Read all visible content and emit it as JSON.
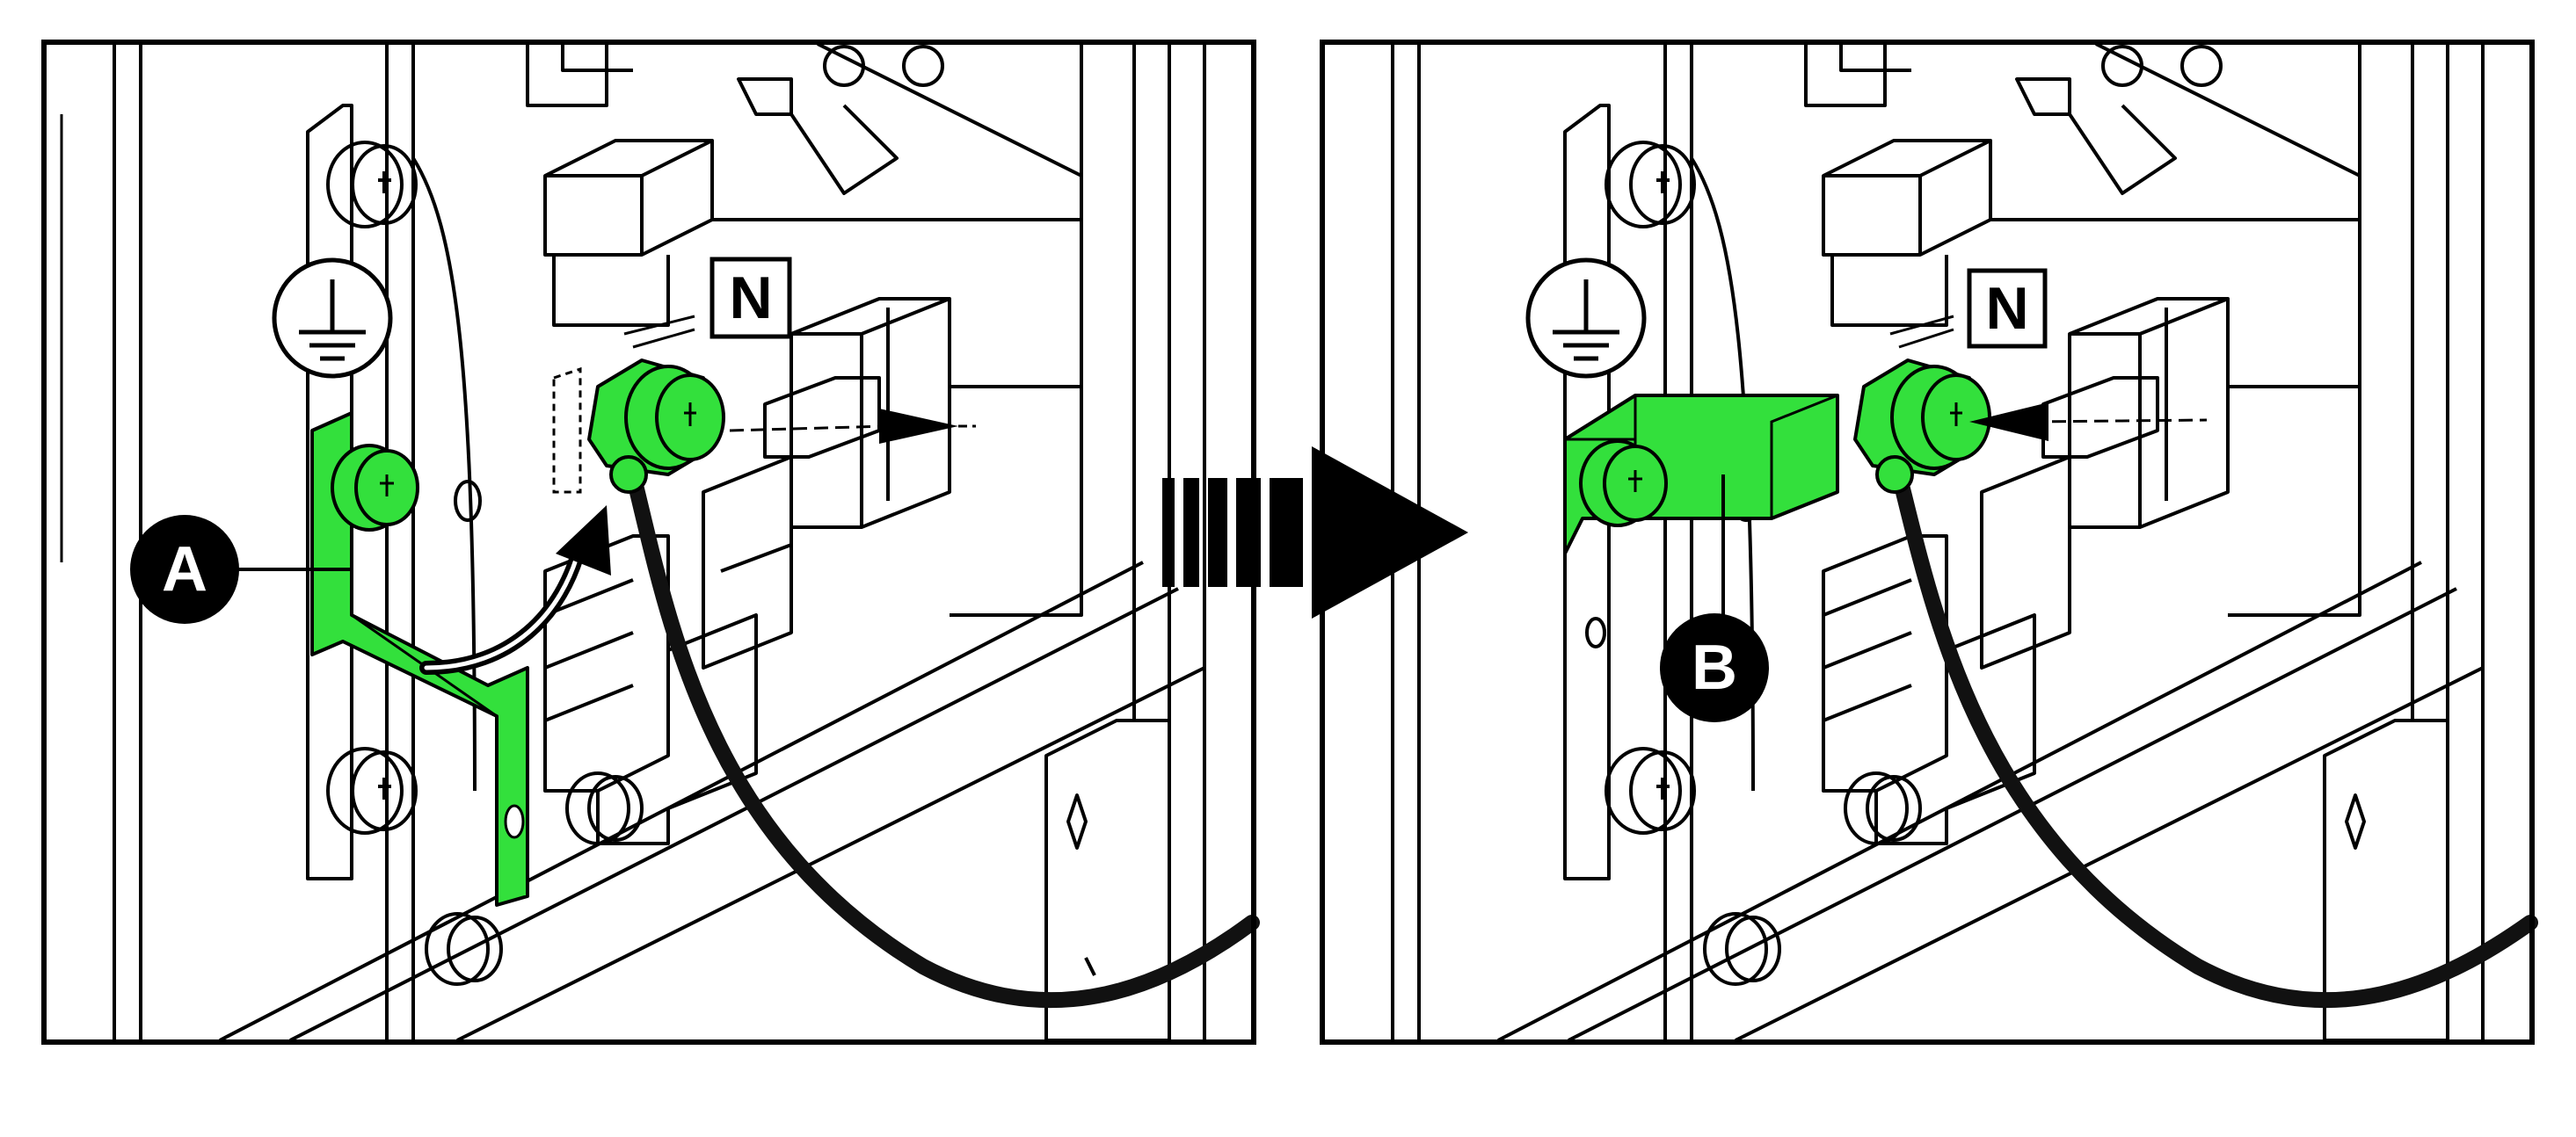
{
  "colors": {
    "accent_green": "#33e03c",
    "ink": "#000000",
    "paper": "#ffffff",
    "cable": "#111111"
  },
  "panels": [
    {
      "id": "before",
      "part_label": "A",
      "terminal_label": "N",
      "arrow_direction": "outward"
    },
    {
      "id": "after",
      "part_label": "B",
      "terminal_label": "N",
      "arrow_direction": "inward"
    }
  ],
  "icons": {
    "ground_symbol": "ground-icon",
    "transition_arrow": "right-arrow-icon"
  }
}
